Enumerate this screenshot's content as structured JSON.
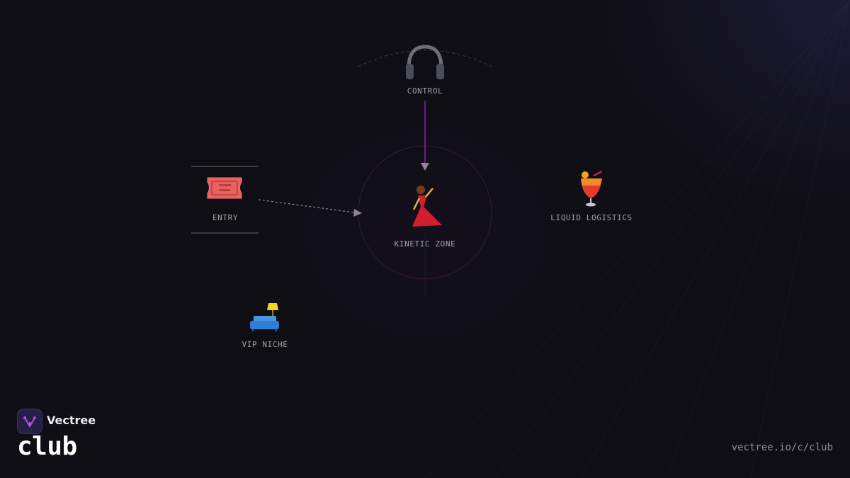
{
  "nodes": {
    "control": {
      "label": "CONTROL",
      "icon": "headphones-icon",
      "glyph": "🎧"
    },
    "entry": {
      "label": "ENTRY",
      "icon": "ticket-icon",
      "glyph": "🎟️"
    },
    "kinetic": {
      "label": "KINETIC ZONE",
      "icon": "dancer-icon",
      "glyph": "💃"
    },
    "liquid": {
      "label": "LIQUID LOGISTICS",
      "icon": "cocktail-icon",
      "glyph": "🍹"
    },
    "vip": {
      "label": "VIP NICHE",
      "icon": "couch-lamp-icon",
      "glyph": "🛋️"
    }
  },
  "edges": [
    {
      "from": "control",
      "to": "kinetic",
      "style": "solid",
      "color": "#8b1fb0"
    },
    {
      "from": "entry",
      "to": "kinetic",
      "style": "dashed",
      "color": "#8a8894"
    }
  ],
  "brand": {
    "name": "Vectree",
    "logo_icon": "vectree-logo-icon",
    "accent": "#b44fd6"
  },
  "page": {
    "title": "club",
    "url": "vectree.io/c/club"
  },
  "colors": {
    "background": "#0f0e14",
    "accent": "#8b1fb0",
    "label": "#a3a1ad"
  }
}
